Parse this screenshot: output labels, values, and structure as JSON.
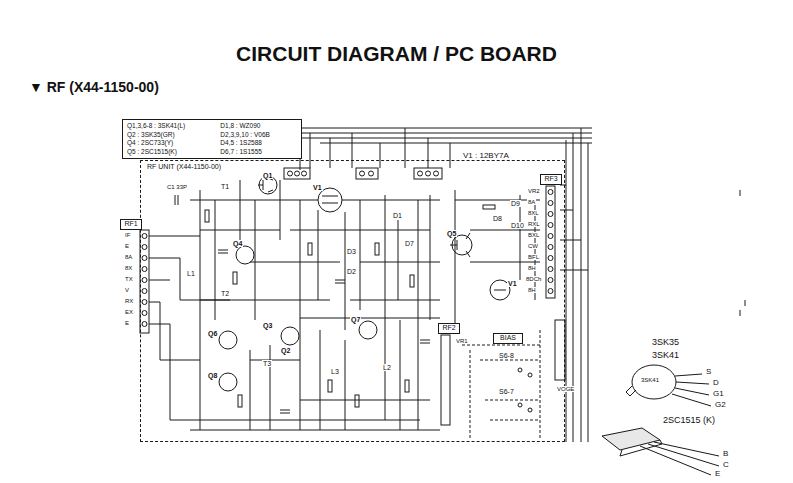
{
  "diagram": {
    "title": "CIRCUIT DIAGRAM / PC BOARD",
    "nodes": [
      {
        "text": [
          "Q1,3,6-8 : 3SK41(L)",
          "Q2 : 3SK35(GR)",
          "Q4 : 2SC733(Y)",
          "Q5 : 2SC1515(K)",
          "D1,8 : WZ090",
          "D2,3,9,10 : V06B",
          "D4,5 : 1S2588",
          "D6,7 : 1S1555"
        ]
      },
      {
        "text": [
          "RF UNIT (X44-1150-00)"
        ]
      },
      {
        "text": [
          "RF1"
        ],
        "in": 1
      },
      {
        "text": [
          "RF3"
        ],
        "in": 1
      },
      {
        "text": [
          "RF2"
        ],
        "in": 1
      },
      {
        "text": [
          "BIAS"
        ],
        "in": 1
      }
    ],
    "labels": [
      "▼ RF (X44-1150-00)",
      "V1 : 12BY7A",
      "Q1",
      "Q2",
      "Q3",
      "Q4",
      "Q5",
      "Q6",
      "Q7",
      "Q8",
      "V1",
      "V1",
      "D1",
      "D2",
      "D3",
      "D7",
      "D8",
      "D9",
      "D10",
      "T1",
      "T2",
      "T3",
      "C1 33P",
      "L1",
      "L2",
      "L3",
      "IF",
      "E",
      "8A",
      "8X",
      "TX",
      "V",
      "RX",
      "EX",
      "E",
      "VR2",
      "8A",
      "8XL",
      "RXL",
      "BXL",
      "CW",
      "BFL",
      "8H",
      "8DCh",
      "8H",
      "S6-8",
      "S6-7",
      "VR1",
      "VOGE",
      "3SK35",
      "3SK41",
      "S",
      "D",
      "G1",
      "G2",
      "3SK41",
      "2SC1515 (K)",
      "B",
      "C",
      "E"
    ]
  }
}
